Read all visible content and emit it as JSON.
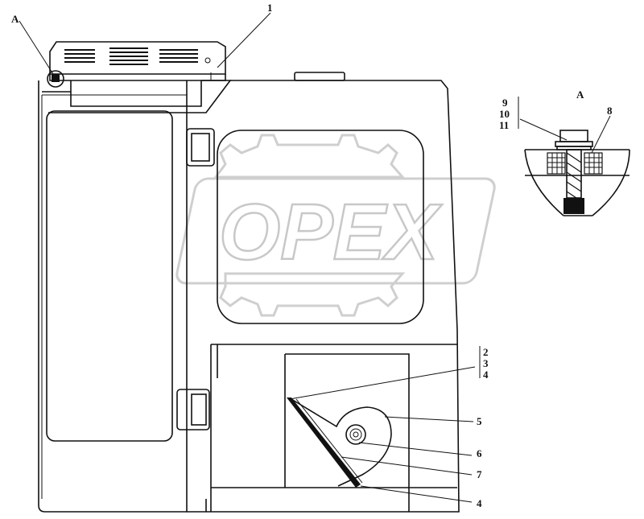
{
  "watermark": {
    "text": "OPEX"
  },
  "detail": {
    "title": "A"
  },
  "callouts": {
    "view_a": "A",
    "c1": "1",
    "c2": "2",
    "c3": "3",
    "c4a": "4",
    "c4b": "4",
    "c5": "5",
    "c6": "6",
    "c7": "7",
    "c8": "8",
    "c9": "9",
    "c10": "10",
    "c11": "11"
  }
}
